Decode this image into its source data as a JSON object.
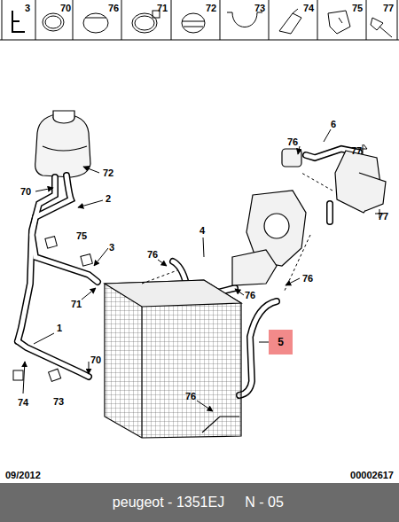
{
  "diagram": {
    "nodes": [
      {
        "text": [
          "5"
        ]
      }
    ],
    "labels": [
      "3",
      "70",
      "76",
      "71",
      "72",
      "73",
      "74",
      "75",
      "77",
      "6",
      "76",
      "77",
      "77",
      "72",
      "70",
      "2",
      "75",
      "3",
      "71",
      "4",
      "76",
      "76",
      "76",
      "1",
      "70",
      "74",
      "73",
      "76",
      "09/2012",
      "00002617",
      "peugeot - 1351EJ",
      "N - 05"
    ]
  }
}
